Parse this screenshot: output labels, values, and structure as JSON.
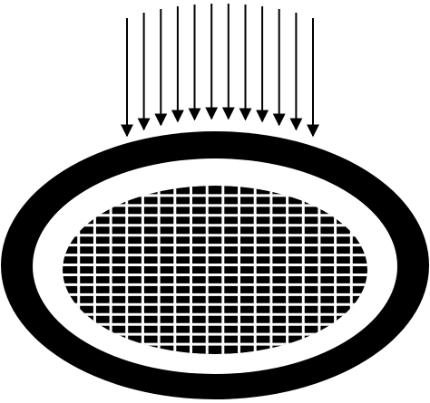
{
  "diagram": {
    "kind": "flux-through-ring-over-grid",
    "arrows": {
      "count": 12,
      "direction": "down",
      "stroke_color": "#000000"
    },
    "ring": {
      "color": "#000000",
      "shape": "ellipse"
    },
    "inner_gap": {
      "color": "#ffffff"
    },
    "mesh": {
      "background_color": "#000000",
      "grid_color": "#ffffff",
      "rows": 17,
      "columns": 19,
      "shape": "ellipse"
    }
  }
}
